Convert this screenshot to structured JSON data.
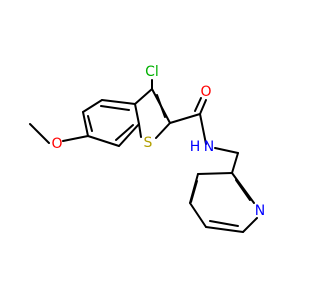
{
  "molecule": {
    "atoms": {
      "chlorine": "Cl",
      "sulfur": "S",
      "oxygen_carbonyl": "O",
      "nitrogen_amide": "N",
      "hydrogen_amide": "H",
      "oxygen_methoxy": "O",
      "nitrogen_pyridine": "N"
    },
    "colors": {
      "bond": "#000000",
      "chlorine": "#00b000",
      "sulfur": "#b3a000",
      "oxygen": "#ff0000",
      "nitrogen": "#0000ff"
    }
  }
}
